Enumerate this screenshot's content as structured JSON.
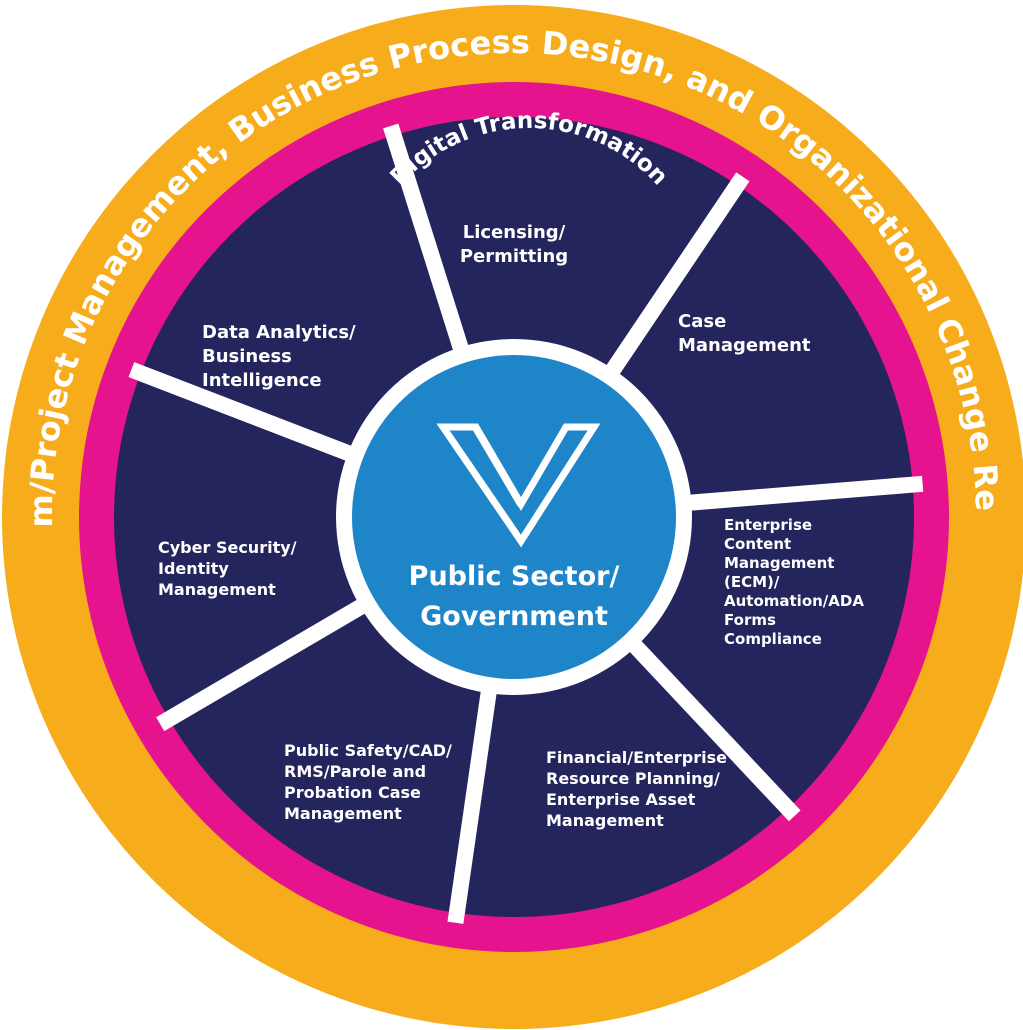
{
  "outer_ring": {
    "label": "Program/Project Management, Business Process Design, and Organizational Change Readiness",
    "color": "#f7ac1c"
  },
  "middle_ring": {
    "label": "Digital Transformation",
    "color": "#e5138d"
  },
  "segment_color": "#24255d",
  "divider_color": "#ffffff",
  "center": {
    "line1": "Public Sector/",
    "line2": "Government",
    "color": "#1e86c8",
    "logo_icon": "v-chevron-logo"
  },
  "segments": [
    {
      "lines": [
        "Licensing/",
        "Permitting"
      ]
    },
    {
      "lines": [
        "Case",
        "Management"
      ]
    },
    {
      "lines": [
        "Enterprise",
        "Content",
        "Management",
        "(ECM)/",
        "Automation/ADA",
        "Forms",
        "Compliance"
      ]
    },
    {
      "lines": [
        "Financial/Enterprise",
        "Resource Planning/",
        "Enterprise Asset",
        "Management"
      ]
    },
    {
      "lines": [
        "Public Safety/CAD/",
        "RMS/Parole and",
        "Probation Case",
        "Management"
      ]
    },
    {
      "lines": [
        "Cyber Security/",
        "Identity",
        "Management"
      ]
    },
    {
      "lines": [
        "Data Analytics/",
        "Business",
        "Intelligence"
      ]
    }
  ]
}
